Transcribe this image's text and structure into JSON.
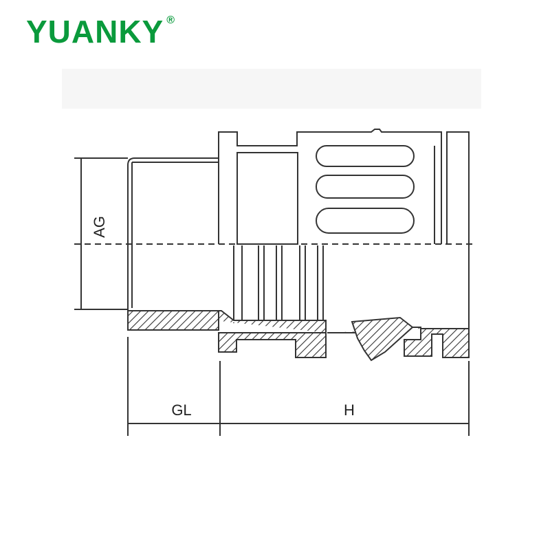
{
  "brand": {
    "name": "YUANKY",
    "registered": "®",
    "color": "#0a9a3c"
  },
  "drawing": {
    "line_color": "#333333",
    "dimension_labels": {
      "ag": "AG",
      "gl": "GL",
      "h": "H"
    }
  }
}
